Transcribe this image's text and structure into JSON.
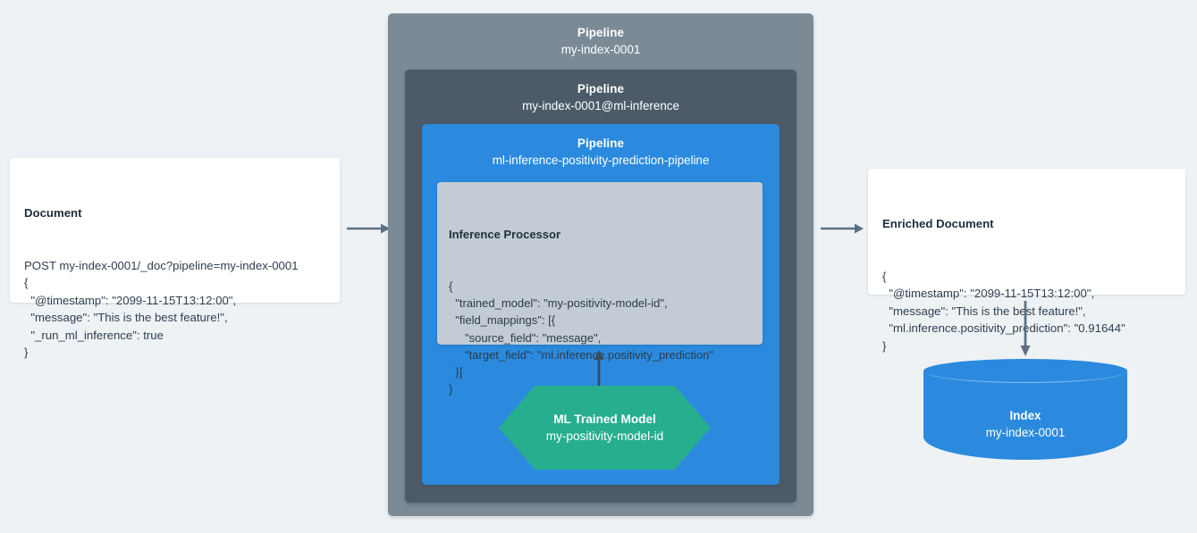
{
  "background_color": "#eef2f5",
  "colors": {
    "pipeline_outer": "#7c8a96",
    "pipeline_middle": "#4c5b67",
    "pipeline_inner": "#2b8ade",
    "processor_box": "#c3ccd5",
    "ml_model": "#27ae8f",
    "index_cylinder": "#2b8ade",
    "arrow": "#5e7183",
    "card_background": "#ffffff",
    "text_dark": "#2c3e50"
  },
  "document_card": {
    "title": "Document",
    "body": "POST my-index-0001/_doc?pipeline=my-index-0001\n{\n  \"@timestamp\": \"2099-11-15T13:12:00\",\n  \"message\": \"This is the best feature!\",\n  \"_run_ml_inference\": true\n}"
  },
  "pipelines": {
    "outer": {
      "label": "Pipeline",
      "name": "my-index-0001"
    },
    "middle": {
      "label": "Pipeline",
      "name": "my-index-0001@ml-inference"
    },
    "inner": {
      "label": "Pipeline",
      "name": "ml-inference-positivity-prediction-pipeline"
    }
  },
  "inference_processor": {
    "title": "Inference Processor",
    "body": "{\n  \"trained_model\": \"my-positivity-model-id\",\n  \"field_mappings\": [{\n     \"source_field\": \"message\",\n     \"target_field\": \"ml.inference.positivity_prediction\"\n  }]\n}"
  },
  "ml_trained_model": {
    "label": "ML Trained Model",
    "name": "my-positivity-model-id"
  },
  "enriched_document": {
    "title": "Enriched Document",
    "body": "{\n  \"@timestamp\": \"2099-11-15T13:12:00\",\n  \"message\": \"This is the best feature!\",\n  \"ml.inference.positivity_prediction\": \"0.91644\"\n}"
  },
  "index": {
    "label": "Index",
    "name": "my-index-0001"
  }
}
